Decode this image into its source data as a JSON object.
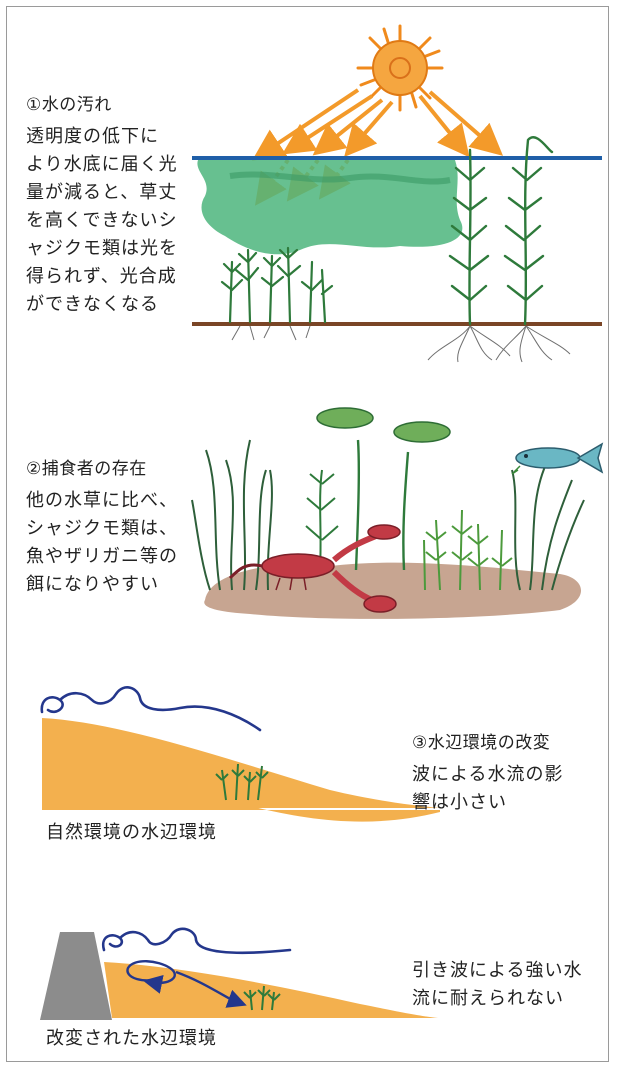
{
  "section1": {
    "heading": "①水の汚れ",
    "lines": [
      "透明度の低下に",
      "より水底に届く光",
      "量が減ると、草丈",
      "を高くできないシ",
      "ャジクモ類は光を",
      "得られず、光合成",
      "ができなくなる"
    ]
  },
  "section2": {
    "heading": "②捕食者の存在",
    "lines": [
      "他の水草に比べ、",
      "シャジクモ類は、",
      "魚やザリガニ等の",
      "餌になりやすい"
    ]
  },
  "section3": {
    "heading": "③水辺環境の改変",
    "natural_lines": [
      "波による水流の影",
      "響は小さい"
    ],
    "natural_caption": "自然環境の水辺環境",
    "altered_lines": [
      "引き波による強い水",
      "流に耐えられない"
    ],
    "altered_caption": "改変された水辺環境"
  },
  "colors": {
    "water_surface": "#1f5fa8",
    "water": "#4cb57c",
    "ground": "#7a4526",
    "sun": "#f08a1c",
    "arrow": "#f39a2a",
    "sand": "#f3b04e",
    "wall": "#8c8c8c",
    "wave": "#24378c",
    "plant": "#2e7a3b",
    "crayfish": "#c23a45"
  }
}
